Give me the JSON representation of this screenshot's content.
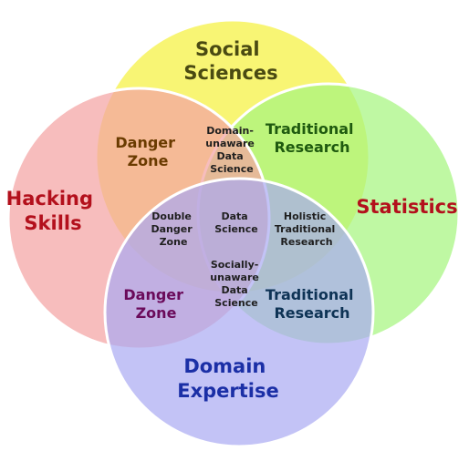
{
  "colors": {
    "social_sciences": "#f7f35c",
    "statistics": "#a6f57f",
    "hacking_skills": "#f4a3a3",
    "domain_expertise": "#a9a9f2",
    "statistics_text": "#b3101c",
    "hacking_text": "#b3101c",
    "domain_text": "#1b2fa6",
    "social_text": "#4a4a12",
    "traditional_text": "#1f5a0f",
    "danger_top_text": "#6a3b00",
    "danger_bottom_text": "#6a0a5a",
    "traditional_bottom_text": "#0e3355",
    "circle_border": "#ffffff"
  },
  "circles": {
    "social_sciences": {
      "line1": "Social",
      "line2": "Sciences"
    },
    "statistics": {
      "label": "Statistics"
    },
    "hacking_skills": {
      "line1": "Hacking",
      "line2": "Skills"
    },
    "domain_expertise": {
      "line1": "Domain",
      "line2": "Expertise"
    }
  },
  "regions": {
    "danger_top": {
      "line1": "Danger",
      "line2": "Zone"
    },
    "traditional_top": {
      "line1": "Traditional",
      "line2": "Research"
    },
    "domain_unaware": {
      "line1": "Domain-",
      "line2": "unaware",
      "line3": "Data",
      "line4": "Science"
    },
    "double_danger": {
      "line1": "Double",
      "line2": "Danger",
      "line3": "Zone"
    },
    "data_science": {
      "line1": "Data",
      "line2": "Science"
    },
    "holistic": {
      "line1": "Holistic",
      "line2": "Traditional",
      "line3": "Research"
    },
    "socially_unaware": {
      "line1": "Socially-",
      "line2": "unaware",
      "line3": "Data",
      "line4": "Science"
    },
    "danger_bottom": {
      "line1": "Danger",
      "line2": "Zone"
    },
    "traditional_bottom": {
      "line1": "Traditional",
      "line2": "Research"
    }
  }
}
